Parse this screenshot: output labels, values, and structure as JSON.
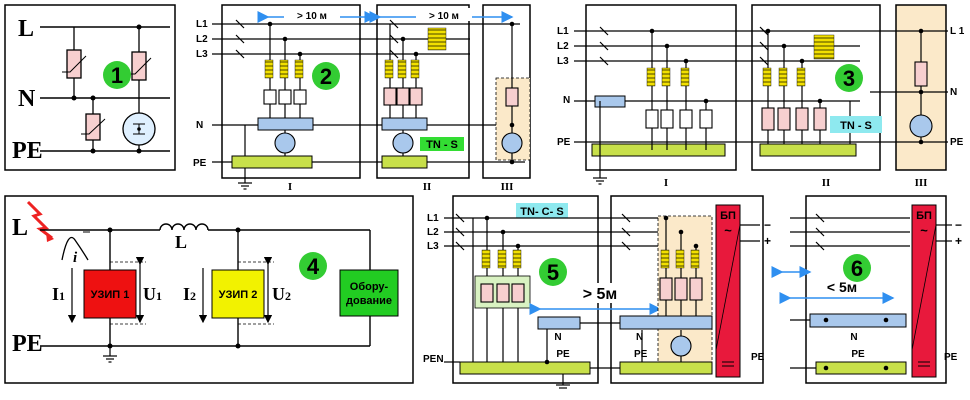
{
  "colors": {
    "badge": "#33cc33",
    "pe_bar": "#c8e04a",
    "n_bar": "#a9c8ec",
    "spd_fill": "#f7cfcf",
    "fuse": "#f2e000",
    "panel_bg": "#fbe9c9",
    "psu": "#e8193c",
    "uzip1": "#ee1111",
    "uzip2": "#f2f200",
    "equipment": "#22cc22",
    "dimension": "#2f8ff0",
    "tn_label_bg": "#8ee9ef",
    "tn_s_label_bg": "#33dd33"
  },
  "panel1": {
    "badge": "1",
    "labels": {
      "l": "L",
      "n": "N",
      "pe": "PE"
    }
  },
  "panel2": {
    "badge": "2",
    "lines": [
      "L1",
      "L2",
      "L3"
    ],
    "n": "N",
    "pe": "PE",
    "distances": [
      "> 10 м",
      "> 10 м"
    ],
    "system": "TN - S",
    "sections": [
      "I",
      "II",
      "III"
    ]
  },
  "panel3": {
    "badge": "3",
    "lines": [
      "L1",
      "L2",
      "L3"
    ],
    "line_right": "L 1",
    "n": "N",
    "n_right": "N",
    "pe": "PE",
    "pe_right": "PE",
    "system": "TN - S",
    "sections": [
      "I",
      "II",
      "III"
    ]
  },
  "panel4": {
    "badge": "4",
    "l": "L",
    "pe": "PE",
    "inductor": "L",
    "current": "i",
    "i1": "I",
    "i1_sub": "1",
    "u1": "U",
    "u1_sub": "1",
    "i2": "I",
    "i2_sub": "2",
    "u2": "U",
    "u2_sub": "2",
    "uzip1": "УЗИП 1",
    "uzip2": "УЗИП 2",
    "equipment_line1": "Обору-",
    "equipment_line2": "дование"
  },
  "panel5": {
    "badge": "5",
    "system": "TN- C- S",
    "lines": [
      "L1",
      "L2",
      "L3"
    ],
    "distance": "> 5м",
    "pen": "PEN",
    "n1": "N",
    "pe1": "PE",
    "n2": "N",
    "pe2": "PE",
    "pe_right": "PE",
    "psu": "БП",
    "psu_sym": "~",
    "minus": "−",
    "plus": "+"
  },
  "panel6": {
    "badge": "6",
    "distance": "< 5м",
    "n": "N",
    "pe": "PE",
    "pe_right": "PE",
    "psu": "БП",
    "psu_sym": "~",
    "minus": "−",
    "plus": "+"
  }
}
